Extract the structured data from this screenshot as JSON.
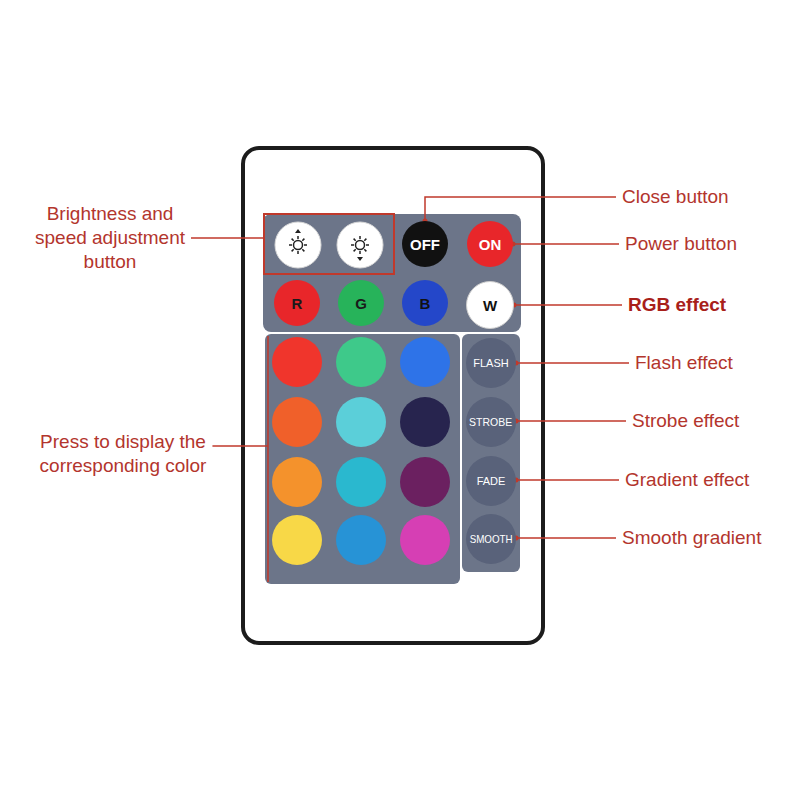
{
  "diagram": {
    "nodes": [
      {
        "text": [
          "OFF"
        ]
      },
      {
        "text": [
          "ON"
        ]
      },
      {
        "text": [
          "R"
        ]
      },
      {
        "text": [
          "G"
        ]
      },
      {
        "text": [
          "B"
        ]
      },
      {
        "text": [
          "W"
        ]
      },
      {
        "text": [
          "FLASH"
        ]
      },
      {
        "text": [
          "STROBE"
        ]
      },
      {
        "text": [
          "FADE"
        ]
      },
      {
        "text": [
          "SMOOTH"
        ]
      }
    ],
    "labels": [
      "Brightness and speed adjustment button",
      "Close button",
      "Power button",
      "RGB effect",
      "Flash effect",
      "Strobe effect",
      "Gradient effect",
      "Smooth gradient",
      "Press to display the corresponding color"
    ]
  }
}
